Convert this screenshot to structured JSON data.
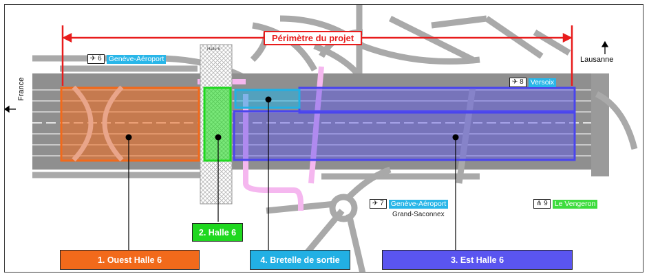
{
  "perimeter_label": "Périmètre du projet",
  "directions": {
    "france": "France",
    "lausanne": "Lausanne"
  },
  "badges": [
    {
      "number": "6",
      "name": "Genève-Aéroport",
      "color": "#29b6e8"
    },
    {
      "number": "8",
      "name": "Versoix",
      "color": "#29b6e8"
    },
    {
      "number": "7",
      "name": "Genève-Aéroport",
      "color": "#29b6e8"
    },
    {
      "number": "9",
      "name": "Le Vengeron",
      "color": "#3ddc3d"
    }
  ],
  "place_labels": {
    "grand_saconnex": "Grand-Saconnex",
    "halle6_map": "Halle 6"
  },
  "zones": [
    {
      "label": "1. Ouest Halle 6",
      "color": "#f26a1b"
    },
    {
      "label": "2. Halle 6",
      "color": "#1fd81f"
    },
    {
      "label": "4. Bretelle de sortie",
      "color": "#22b0e4"
    },
    {
      "label": "3. Est Halle 6",
      "color": "#5a55f0"
    }
  ],
  "colors": {
    "perimeter": "#e81c1c",
    "road": "#a9a9a9",
    "road_dark": "#8a8a8a",
    "pink_ramp": "#f7b3f0"
  }
}
